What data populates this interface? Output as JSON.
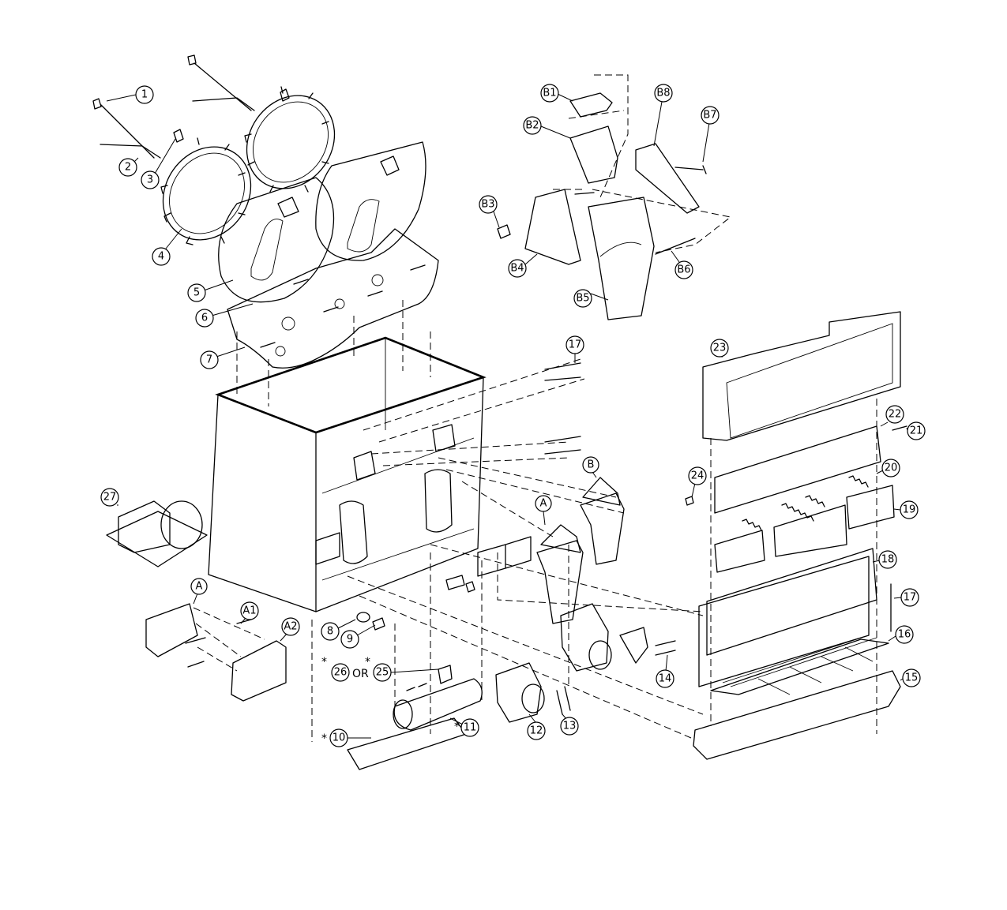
{
  "callouts": {
    "c1": "1",
    "c2": "2",
    "c3": "3",
    "c4": "4",
    "c5": "5",
    "c6": "6",
    "c7": "7",
    "c8": "8",
    "c9": "9",
    "c10": "10",
    "c11": "11",
    "c12": "12",
    "c13": "13",
    "c14": "14",
    "c15": "15",
    "c16": "16",
    "c17a": "17",
    "c17b": "17",
    "c18": "18",
    "c19": "19",
    "c20": "20",
    "c21": "21",
    "c22": "22",
    "c23": "23",
    "c24": "24",
    "c25": "25",
    "c26": "26",
    "c27": "27",
    "cA_top": "A",
    "cA_bottom": "A",
    "cA1": "A1",
    "cA2": "A2",
    "cB": "B",
    "cB1": "B1",
    "cB2": "B2",
    "cB3": "B3",
    "cB4": "B4",
    "cB5": "B5",
    "cB6": "B6",
    "cB7": "B7",
    "cB8": "B8"
  },
  "labels": {
    "or_text": "OR",
    "asterisk": "*"
  }
}
